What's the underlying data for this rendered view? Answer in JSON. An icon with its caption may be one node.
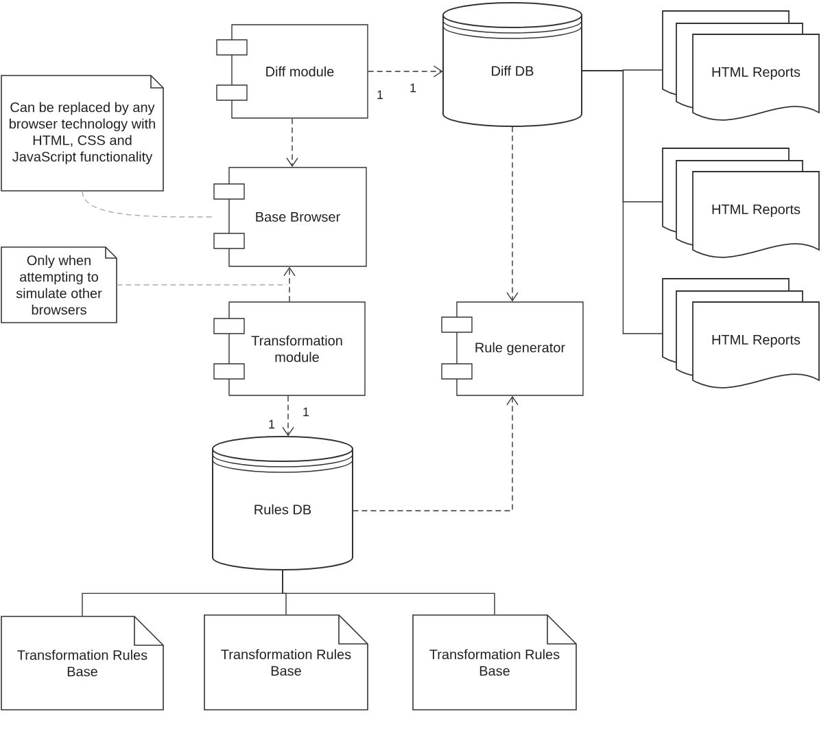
{
  "diagram": {
    "nodes": [
      {
        "text": [
          "Diff module"
        ]
      },
      {
        "text": [
          "Diff DB"
        ]
      },
      {
        "text": [
          "HTML Reports"
        ]
      },
      {
        "text": [
          "Can be replaced by any browser technology with HTML, CSS and JavaScript functionality"
        ]
      },
      {
        "text": [
          "Base Browser"
        ]
      },
      {
        "text": [
          "HTML Reports"
        ]
      },
      {
        "text": [
          "Only when attempting to simulate other browsers"
        ]
      },
      {
        "text": [
          "Transformation module"
        ]
      },
      {
        "text": [
          "Rule generator"
        ]
      },
      {
        "text": [
          "HTML Reports"
        ]
      },
      {
        "text": [
          "Rules DB"
        ]
      },
      {
        "text": [
          "Transformation Rules Base"
        ]
      },
      {
        "text": [
          "Transformation Rules Base"
        ]
      },
      {
        "text": [
          "Transformation Rules Base"
        ]
      }
    ],
    "edges": [
      {
        "from": 0,
        "to": 1,
        "arrow": "to",
        "style": "dashed"
      },
      {
        "from": 0,
        "to": 4,
        "arrow": "to",
        "style": "dashed"
      },
      {
        "from": 7,
        "to": 4,
        "arrow": "to",
        "style": "dashed"
      },
      {
        "from": 7,
        "to": 10,
        "arrow": "to",
        "style": "dashed"
      },
      {
        "from": 1,
        "to": 8,
        "arrow": "to",
        "style": "dashed"
      },
      {
        "from": 10,
        "to": 8,
        "arrow": "to",
        "style": "dashed"
      },
      {
        "from": 1,
        "to": 2,
        "arrow": "none"
      },
      {
        "from": 1,
        "to": 5,
        "arrow": "none"
      },
      {
        "from": 1,
        "to": 9,
        "arrow": "none"
      },
      {
        "from": 10,
        "to": 11,
        "arrow": "none"
      },
      {
        "from": 10,
        "to": 12,
        "arrow": "none"
      },
      {
        "from": 10,
        "to": 13,
        "arrow": "none"
      },
      {
        "from": 3,
        "to": 4,
        "arrow": "none",
        "style": "dashed",
        "color": "#aaaaaa"
      },
      {
        "from": 6,
        "to": null,
        "arrow": "none",
        "style": "dashed",
        "color": "#aaaaaa"
      }
    ],
    "labels": [
      "1",
      "1",
      "1",
      "1"
    ]
  }
}
